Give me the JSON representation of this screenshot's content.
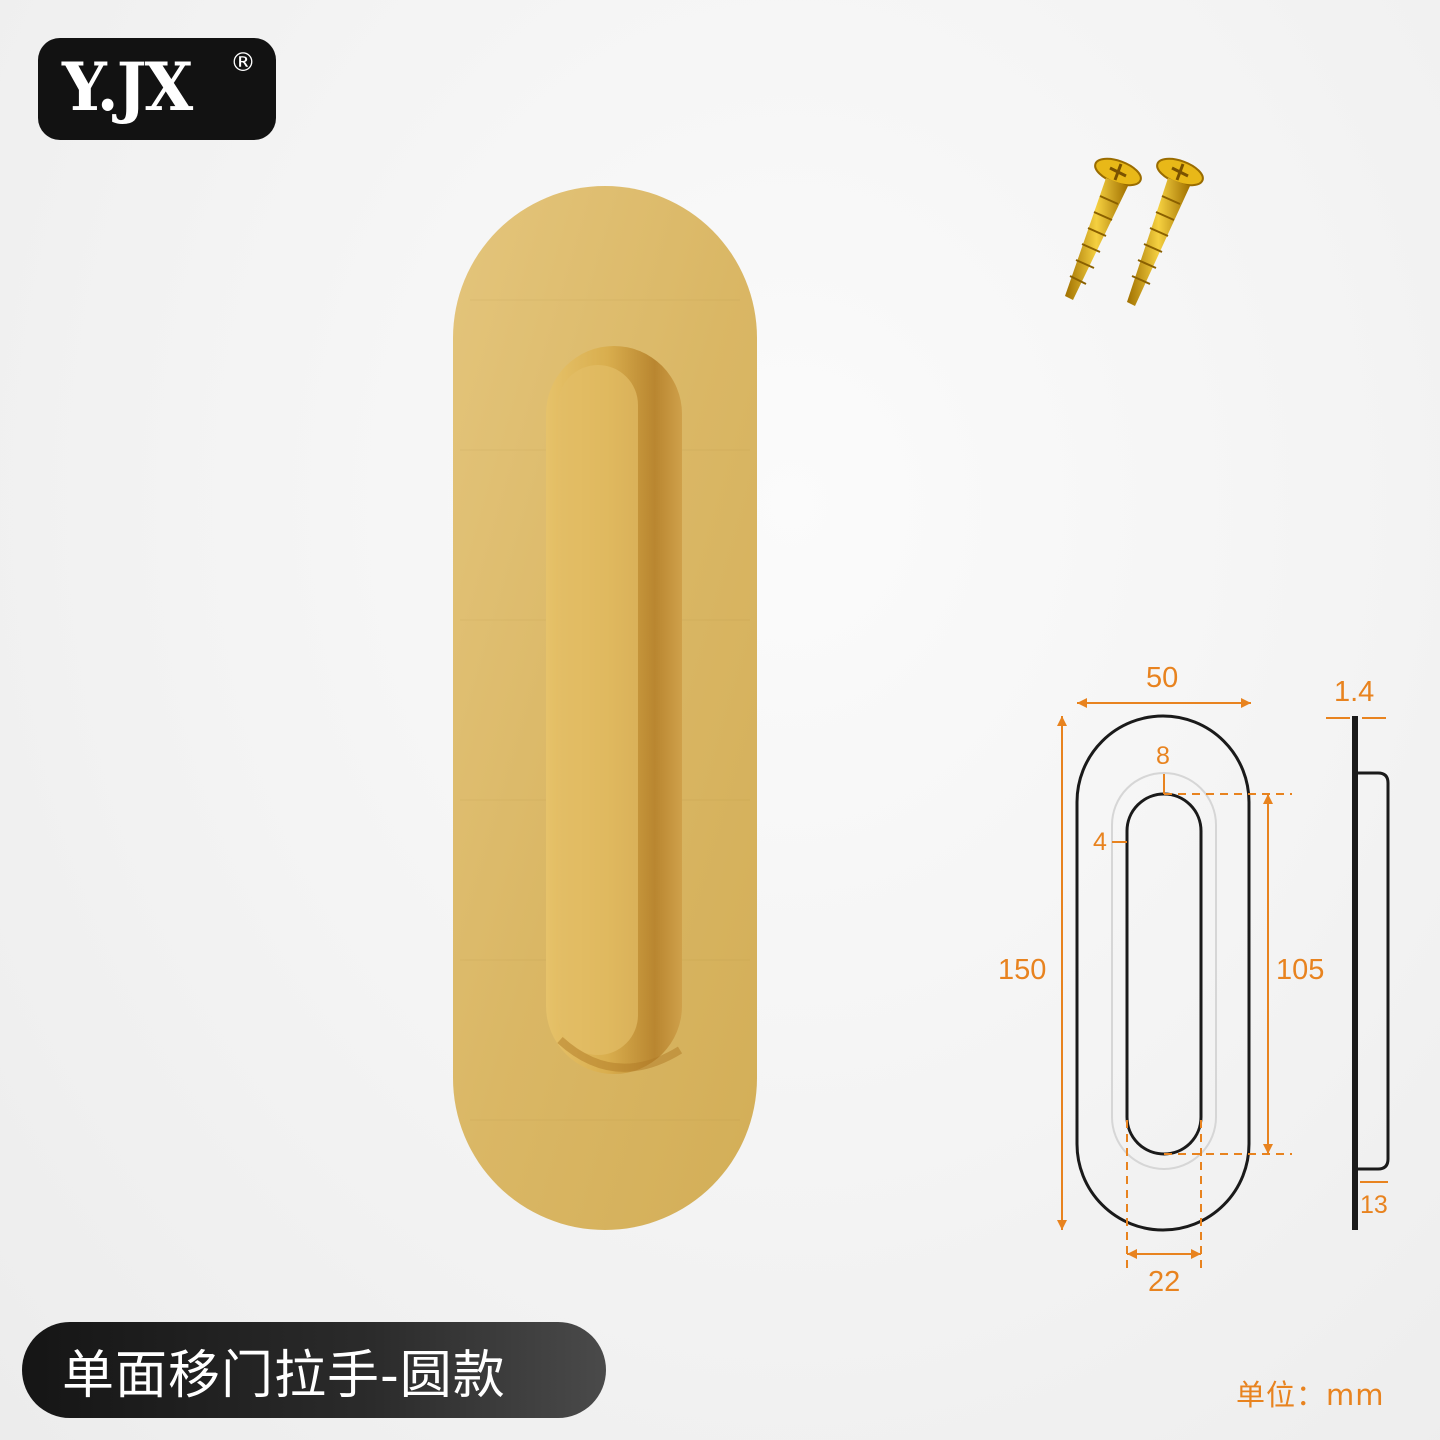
{
  "brand": {
    "name": "Y.JX",
    "registered_mark": "®"
  },
  "product": {
    "title": "单面移门拉手-圆款",
    "image_icon": "oval-flush-pull-handle-gold",
    "screws_icon": "countersunk-screws-gold",
    "accent_color": "#d9b466"
  },
  "dimensions": {
    "width": "50",
    "thickness": "1.4",
    "rim_gap": "8",
    "side_gap": "4",
    "height": "150",
    "inner_length": "105",
    "depth": "13",
    "inner_width": "22",
    "color": "#e8831f"
  },
  "unit_label": "单位：mm"
}
